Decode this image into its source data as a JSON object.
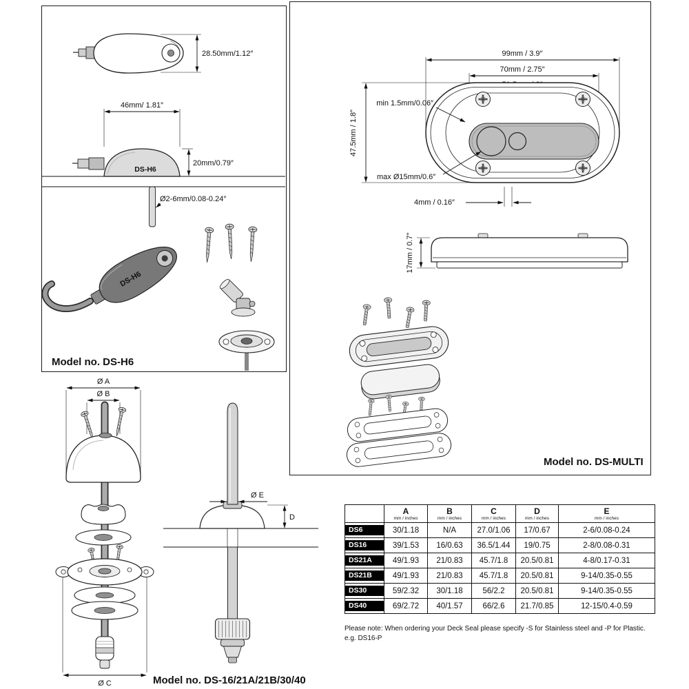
{
  "dsh6": {
    "model_label": "Model no. DS-H6",
    "product_label": "DS-H6",
    "dim_top": "28.50mm/1.12″",
    "dim_width": "46mm/ 1.81″",
    "dim_height": "20mm/0.79″",
    "dim_cable": "Ø2-6mm/0.08-0.24″"
  },
  "dsmulti": {
    "model_label": "Model no. DS-MULTI",
    "dim_len_outer": "99mm / 3.9″",
    "dim_len_mid": "70mm / 2.75″",
    "dim_len_inner": "51.5mm / 2″",
    "dim_min_edge": "min 1.5mm/0.06″",
    "dim_height_oval": "47.5mm / 1.8″",
    "dim_max_cable": "max Ø15mm/0.6″",
    "dim_gap": "4mm / 0.16″",
    "dim_profile_height": "17mm / 0.7″"
  },
  "dsround": {
    "model_label": "Model no. DS-16/21A/21B/30/40",
    "dim_a": "Ø A",
    "dim_b": "Ø B",
    "dim_c": "Ø C",
    "dim_e": "Ø E",
    "dim_d": "D"
  },
  "table": {
    "unit_label": "mm / inches",
    "col_headers": [
      "A",
      "B",
      "C",
      "D",
      "E"
    ],
    "rows": [
      {
        "model": "DS6",
        "values": [
          "30/1.18",
          "N/A",
          "27.0/1.06",
          "17/0.67",
          "2-6/0.08-0.24"
        ]
      },
      {
        "model": "DS16",
        "values": [
          "39/1.53",
          "16/0.63",
          "36.5/1.44",
          "19/0.75",
          "2-8/0.08-0.31"
        ]
      },
      {
        "model": "DS21A",
        "values": [
          "49/1.93",
          "21/0.83",
          "45.7/1.8",
          "20.5/0.81",
          "4-8/0.17-0.31"
        ]
      },
      {
        "model": "DS21B",
        "values": [
          "49/1.93",
          "21/0.83",
          "45.7/1.8",
          "20.5/0.81",
          "9-14/0.35-0.55"
        ]
      },
      {
        "model": "DS30",
        "values": [
          "59/2.32",
          "30/1.18",
          "56/2.2",
          "20.5/0.81",
          "9-14/0.35-0.55"
        ]
      },
      {
        "model": "DS40",
        "values": [
          "69/2.72",
          "40/1.57",
          "66/2.6",
          "21.7/0.85",
          "12-15/0.4-0.59"
        ]
      }
    ],
    "note_line1": "Please note: When ordering your Deck Seal please specify -S for Stainless steel and -P for Plastic.",
    "note_line2": "e.g. DS16-P"
  }
}
